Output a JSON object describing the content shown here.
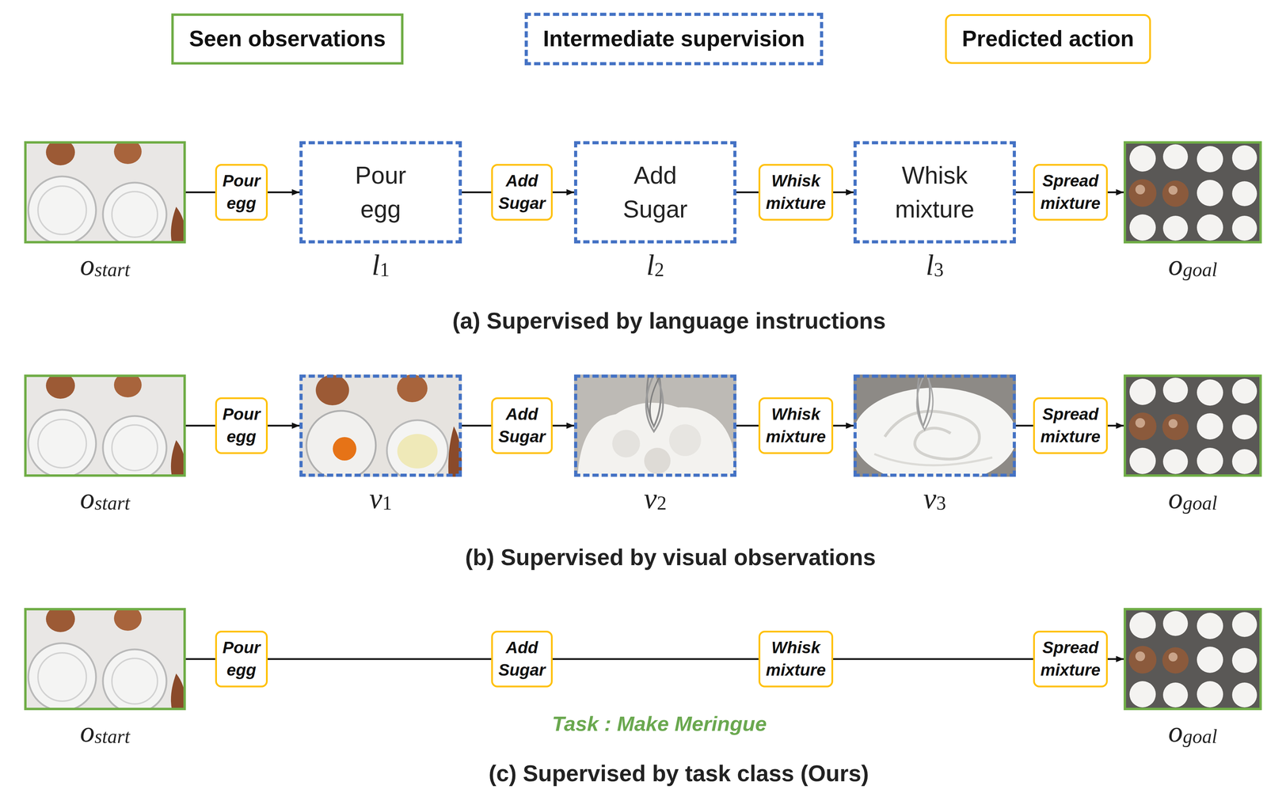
{
  "diagram": {
    "nodes": [
      {
        "text": [
          "o",
          "start"
        ]
      },
      {
        "text": [
          "Pour egg"
        ]
      },
      {
        "text": [
          "Pour egg",
          "l",
          "1"
        ]
      },
      {
        "text": [
          "Add Sugar"
        ]
      },
      {
        "text": [
          "Add Sugar",
          "l",
          "2"
        ]
      },
      {
        "text": [
          "Whisk mixture"
        ]
      },
      {
        "text": [
          "Whisk mixture",
          "l",
          "3"
        ]
      },
      {
        "text": [
          "Spread mixture"
        ]
      },
      {
        "text": [
          "o",
          "goal"
        ]
      },
      {
        "text": [
          "o",
          "start"
        ]
      },
      {
        "text": [
          "Pour egg"
        ]
      },
      {
        "text": [
          "v",
          "1"
        ]
      },
      {
        "text": [
          "Add Sugar"
        ]
      },
      {
        "text": [
          "v",
          "2"
        ]
      },
      {
        "text": [
          "Whisk mixture"
        ]
      },
      {
        "text": [
          "v",
          "3"
        ]
      },
      {
        "text": [
          "Spread mixture"
        ]
      },
      {
        "text": [
          "o",
          "goal"
        ]
      },
      {
        "text": [
          "o",
          "start"
        ]
      },
      {
        "text": [
          "Pour egg"
        ]
      },
      {
        "text": [
          "Add Sugar"
        ]
      },
      {
        "text": [
          "Whisk mixture"
        ]
      },
      {
        "text": [
          "Spread mixture"
        ]
      },
      {
        "text": [
          "o",
          "goal"
        ]
      }
    ],
    "edges": [
      {
        "from": 0,
        "to": 1,
        "arrow": "none"
      },
      {
        "from": 1,
        "to": 2,
        "arrow": "to"
      },
      {
        "from": 2,
        "to": 3,
        "arrow": "none"
      },
      {
        "from": 3,
        "to": 4,
        "arrow": "to"
      },
      {
        "from": 4,
        "to": 5,
        "arrow": "none"
      },
      {
        "from": 5,
        "to": 6,
        "arrow": "to"
      },
      {
        "from": 6,
        "to": 7,
        "arrow": "none"
      },
      {
        "from": 7,
        "to": 8,
        "arrow": "to"
      },
      {
        "from": 9,
        "to": 10,
        "arrow": "none"
      },
      {
        "from": 10,
        "to": 11,
        "arrow": "to"
      },
      {
        "from": 11,
        "to": 12,
        "arrow": "none"
      },
      {
        "from": 12,
        "to": 13,
        "arrow": "to"
      },
      {
        "from": 13,
        "to": 14,
        "arrow": "none"
      },
      {
        "from": 14,
        "to": 15,
        "arrow": "to"
      },
      {
        "from": 15,
        "to": 16,
        "arrow": "none"
      },
      {
        "from": 16,
        "to": 17,
        "arrow": "to"
      },
      {
        "from": 18,
        "to": 19,
        "arrow": "none"
      },
      {
        "from": 19,
        "to": 20,
        "arrow": "none"
      },
      {
        "from": 20,
        "to": 21,
        "arrow": "none"
      },
      {
        "from": 21,
        "to": 22,
        "arrow": "none"
      },
      {
        "from": 22,
        "to": 23,
        "arrow": "to"
      }
    ],
    "labels": [
      "(a) Supervised by language instructions",
      "(b) Supervised by visual observations",
      "Task : Make Meringue",
      "(c) Supervised by task class (Ours)"
    ],
    "legend": [
      {
        "text": "Seen observations"
      },
      {
        "text": "Intermediate supervision"
      },
      {
        "text": "Predicted action"
      }
    ]
  }
}
